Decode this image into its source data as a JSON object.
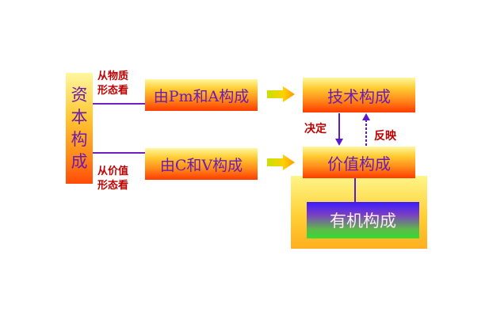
{
  "vertical_box": {
    "chars": [
      "资",
      "本",
      "构",
      "成"
    ]
  },
  "labels": {
    "material_form": [
      "从物质",
      "形态看"
    ],
    "value_form": [
      "从价值",
      "形态看"
    ],
    "decide": "决定",
    "react": "反映"
  },
  "boxes": {
    "pm_a": "由Pm和A构成",
    "c_v": "由C和V构成",
    "technical": "技术构成",
    "value": "价值构成",
    "organic": "有机构成"
  },
  "colors": {
    "text_purple": "#6b1bb0",
    "label_red": "#c00000",
    "line_purple": "#7020c0"
  }
}
